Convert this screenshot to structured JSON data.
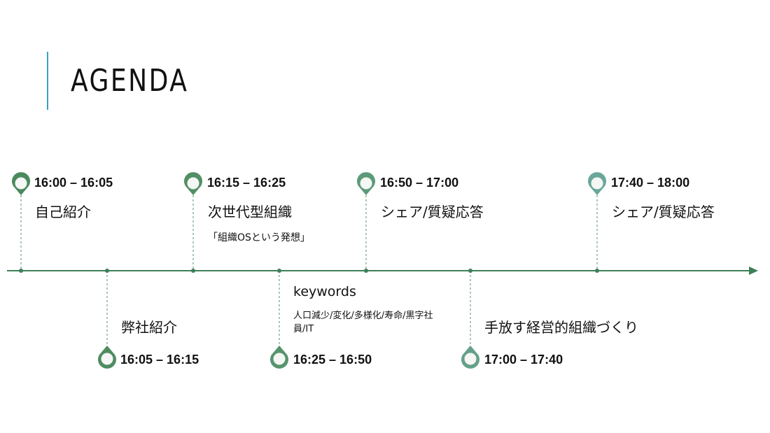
{
  "slide": {
    "title": "AGENDA"
  },
  "colors": {
    "accent_bar": "#3b9ec4",
    "axis": "#3f7f57",
    "pin_dark": "#4a8a5e",
    "pin_mid": "#5d9a7a",
    "pin_teal": "#6aa69a",
    "pin_fill": "#f4f7f4"
  },
  "items": [
    {
      "time": "16:00 – 16:05",
      "label": "自己紹介"
    },
    {
      "time": "16:05 – 16:15",
      "label": "弊社紹介"
    },
    {
      "time": "16:15 – 16:25",
      "label": "次世代型組織",
      "note": "「組織OSという発想」"
    },
    {
      "time": "16:25 – 16:50",
      "heading": "keywords",
      "keywords": "人口減少/変化/多様化/寿命/黒字社員/IT"
    },
    {
      "time": "16:50 – 17:00",
      "label": "シェア/質疑応答"
    },
    {
      "time": "17:00 – 17:40",
      "label": "手放す経営的組織づくり"
    },
    {
      "time": "17:40 – 18:00",
      "label": "シェア/質疑応答"
    }
  ]
}
